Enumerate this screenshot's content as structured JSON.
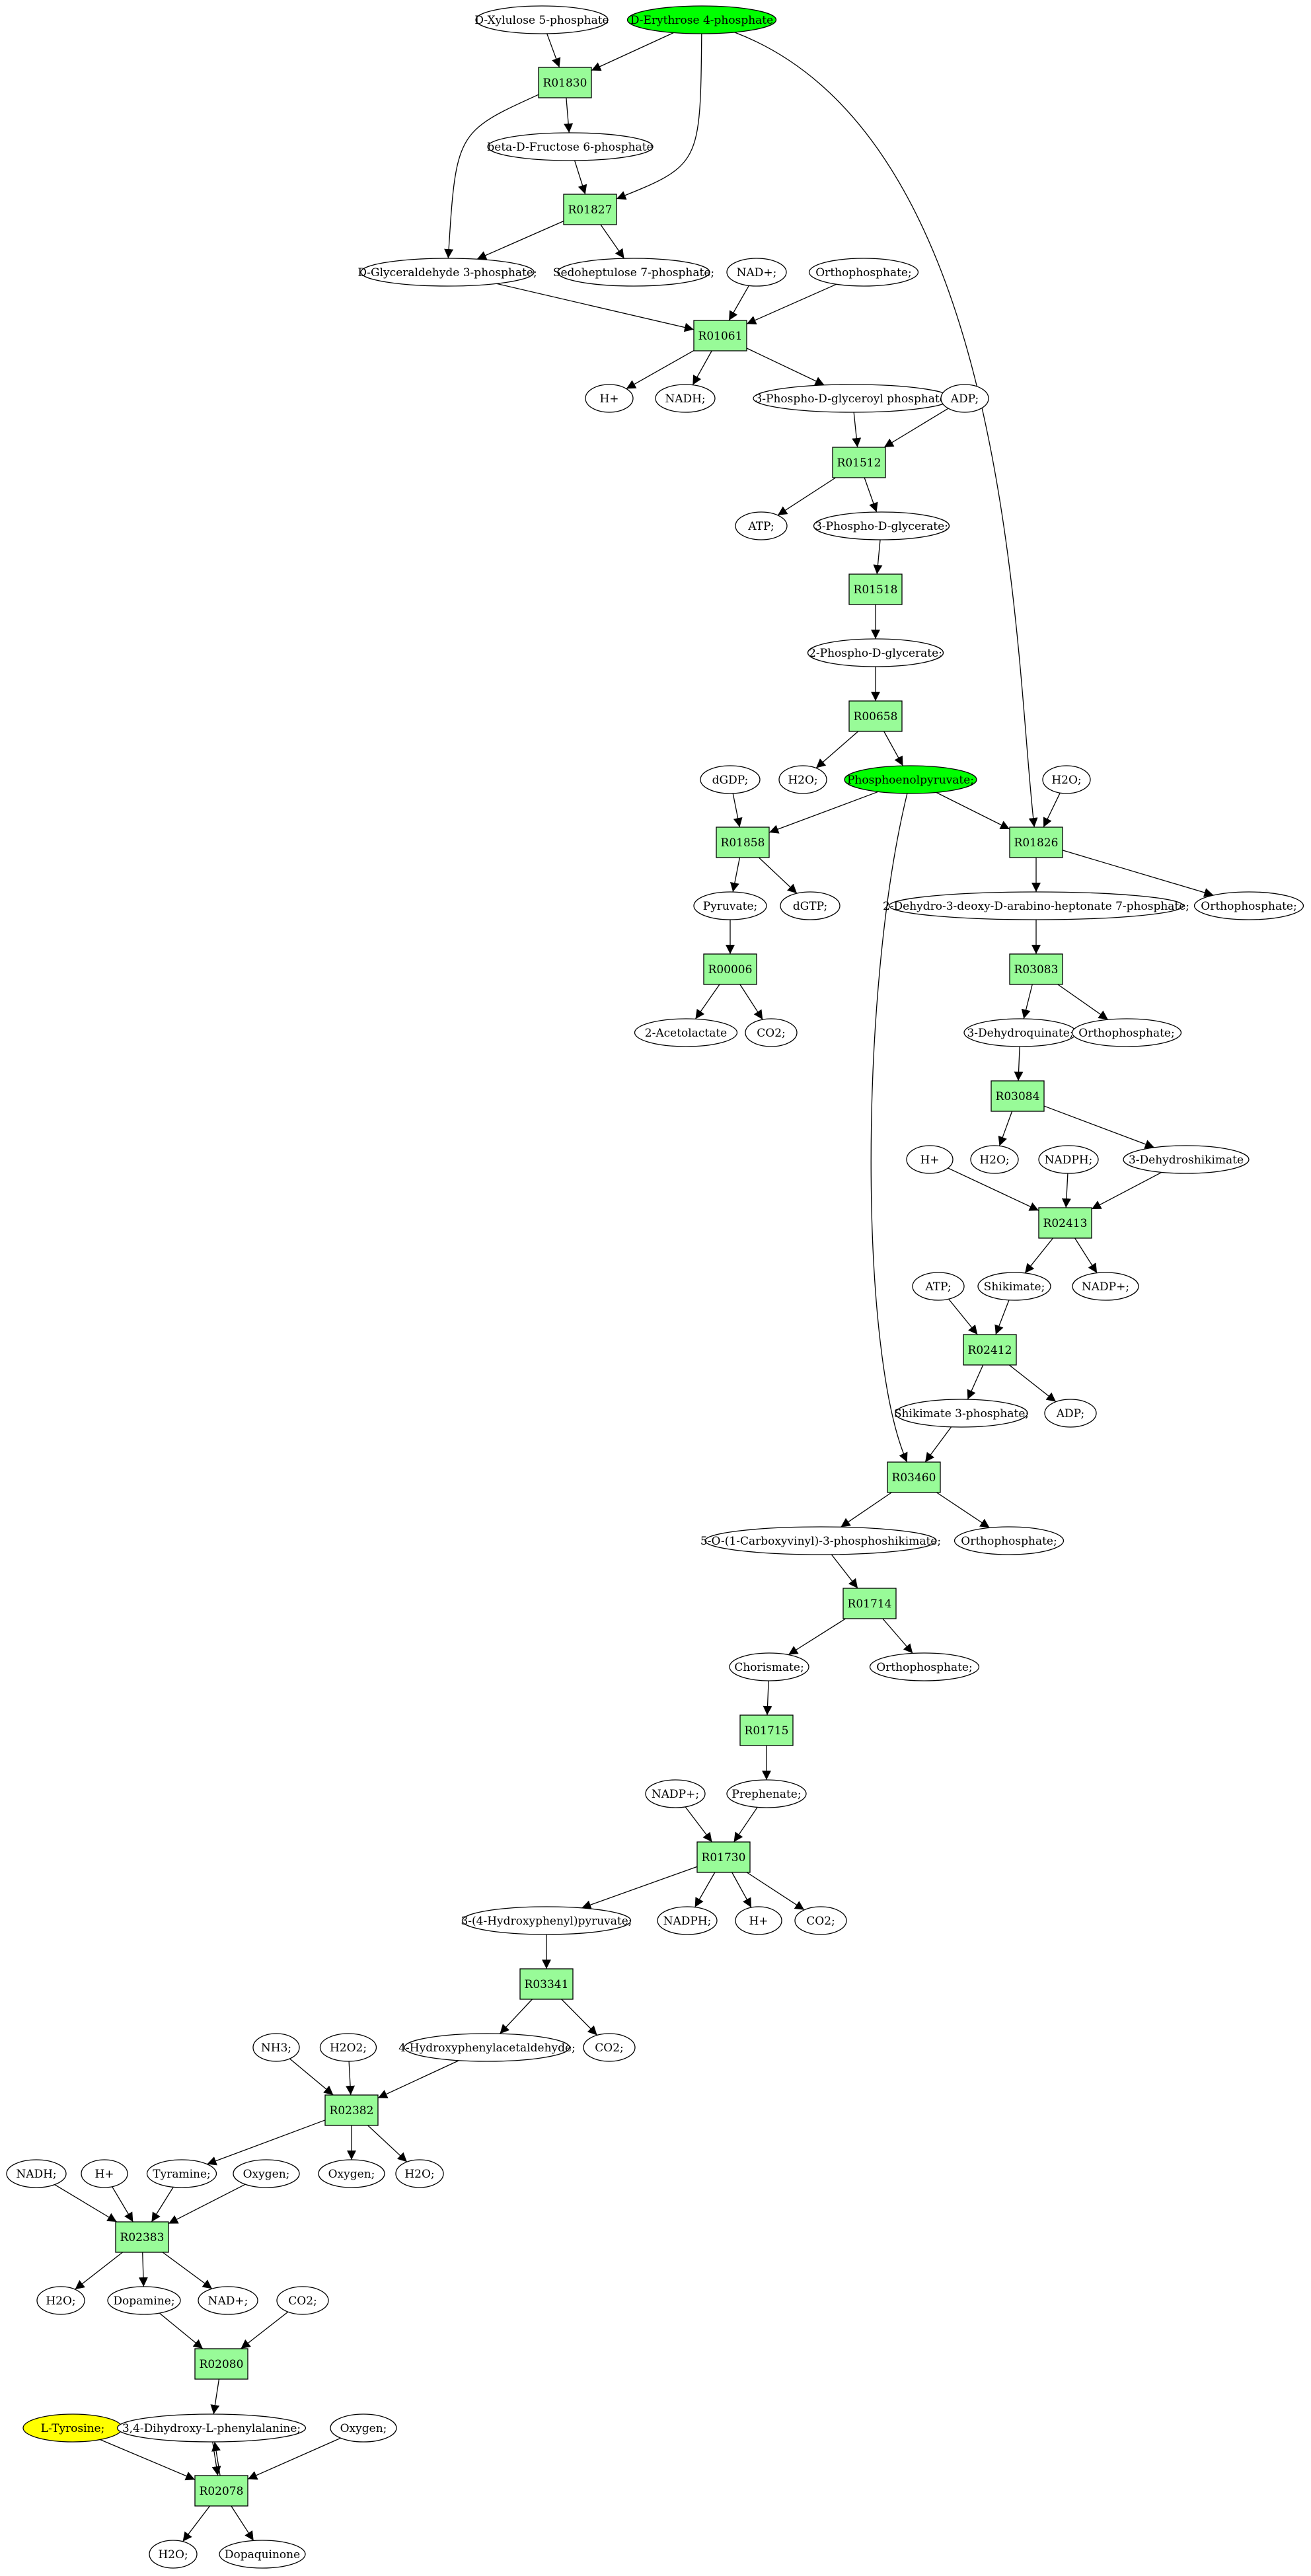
{
  "graph": {
    "colors": {
      "reaction_fill": "#98fb98",
      "metabolite_fill": "#ffffff",
      "start_fill": "#00ff00",
      "target_fill": "#ffff00",
      "stroke": "#000000"
    },
    "nodes": [
      {
        "id": "n1",
        "label": "D-Xylulose 5-phosphate",
        "kind": "metabolite"
      },
      {
        "id": "n2",
        "label": "D-Erythrose 4-phosphate",
        "kind": "start"
      },
      {
        "id": "n3",
        "label": "R01830",
        "kind": "reaction"
      },
      {
        "id": "n4",
        "label": "beta-D-Fructose 6-phosphate",
        "kind": "metabolite"
      },
      {
        "id": "n5",
        "label": "R01827",
        "kind": "reaction"
      },
      {
        "id": "n6",
        "label": "D-Glyceraldehyde 3-phosphate;",
        "kind": "metabolite"
      },
      {
        "id": "n7",
        "label": "Sedoheptulose 7-phosphate;",
        "kind": "metabolite"
      },
      {
        "id": "n8",
        "label": "NAD+;",
        "kind": "metabolite"
      },
      {
        "id": "n9",
        "label": "Orthophosphate;",
        "kind": "metabolite"
      },
      {
        "id": "n10",
        "label": "R01061",
        "kind": "reaction"
      },
      {
        "id": "n11",
        "label": "H+",
        "kind": "metabolite"
      },
      {
        "id": "n12",
        "label": "NADH;",
        "kind": "metabolite"
      },
      {
        "id": "n13",
        "label": "3-Phospho-D-glyceroyl phosphate;",
        "kind": "metabolite"
      },
      {
        "id": "n14",
        "label": "ADP;",
        "kind": "metabolite"
      },
      {
        "id": "n15",
        "label": "R01512",
        "kind": "reaction"
      },
      {
        "id": "n16",
        "label": "ATP;",
        "kind": "metabolite"
      },
      {
        "id": "n17",
        "label": "3-Phospho-D-glycerate;",
        "kind": "metabolite"
      },
      {
        "id": "n18",
        "label": "R01518",
        "kind": "reaction"
      },
      {
        "id": "n19",
        "label": "2-Phospho-D-glycerate;",
        "kind": "metabolite"
      },
      {
        "id": "n20",
        "label": "R00658",
        "kind": "reaction"
      },
      {
        "id": "n21",
        "label": "H2O;",
        "kind": "metabolite"
      },
      {
        "id": "n22",
        "label": "Phosphoenolpyruvate;",
        "kind": "start"
      },
      {
        "id": "n23",
        "label": "dGDP;",
        "kind": "metabolite"
      },
      {
        "id": "n24",
        "label": "H2O;",
        "kind": "metabolite"
      },
      {
        "id": "n25",
        "label": "R01858",
        "kind": "reaction"
      },
      {
        "id": "n26",
        "label": "R01826",
        "kind": "reaction"
      },
      {
        "id": "n27",
        "label": "Pyruvate;",
        "kind": "metabolite"
      },
      {
        "id": "n28",
        "label": "dGTP;",
        "kind": "metabolite"
      },
      {
        "id": "n29",
        "label": "2-Dehydro-3-deoxy-D-arabino-heptonate 7-phosphate;",
        "kind": "metabolite"
      },
      {
        "id": "n30",
        "label": "Orthophosphate;",
        "kind": "metabolite"
      },
      {
        "id": "n31",
        "label": "R00006",
        "kind": "reaction"
      },
      {
        "id": "n32",
        "label": "R03083",
        "kind": "reaction"
      },
      {
        "id": "n33",
        "label": "2-Acetolactate",
        "kind": "metabolite"
      },
      {
        "id": "n34",
        "label": "CO2;",
        "kind": "metabolite"
      },
      {
        "id": "n35",
        "label": "3-Dehydroquinate;",
        "kind": "metabolite"
      },
      {
        "id": "n36",
        "label": "Orthophosphate;",
        "kind": "metabolite"
      },
      {
        "id": "n37",
        "label": "R03084",
        "kind": "reaction"
      },
      {
        "id": "n38",
        "label": "H+",
        "kind": "metabolite"
      },
      {
        "id": "n39",
        "label": "H2O;",
        "kind": "metabolite"
      },
      {
        "id": "n40",
        "label": "NADPH;",
        "kind": "metabolite"
      },
      {
        "id": "n41",
        "label": "3-Dehydroshikimate",
        "kind": "metabolite"
      },
      {
        "id": "n42",
        "label": "R02413",
        "kind": "reaction"
      },
      {
        "id": "n43",
        "label": "ATP;",
        "kind": "metabolite"
      },
      {
        "id": "n44",
        "label": "Shikimate;",
        "kind": "metabolite"
      },
      {
        "id": "n45",
        "label": "NADP+;",
        "kind": "metabolite"
      },
      {
        "id": "n46",
        "label": "R02412",
        "kind": "reaction"
      },
      {
        "id": "n47",
        "label": "Shikimate 3-phosphate;",
        "kind": "metabolite"
      },
      {
        "id": "n48",
        "label": "ADP;",
        "kind": "metabolite"
      },
      {
        "id": "n49",
        "label": "R03460",
        "kind": "reaction"
      },
      {
        "id": "n50",
        "label": "5-O-(1-Carboxyvinyl)-3-phosphoshikimate;",
        "kind": "metabolite"
      },
      {
        "id": "n51",
        "label": "Orthophosphate;",
        "kind": "metabolite"
      },
      {
        "id": "n52",
        "label": "R01714",
        "kind": "reaction"
      },
      {
        "id": "n53",
        "label": "Chorismate;",
        "kind": "metabolite"
      },
      {
        "id": "n54",
        "label": "Orthophosphate;",
        "kind": "metabolite"
      },
      {
        "id": "n55",
        "label": "R01715",
        "kind": "reaction"
      },
      {
        "id": "n56",
        "label": "NADP+;",
        "kind": "metabolite"
      },
      {
        "id": "n57",
        "label": "Prephenate;",
        "kind": "metabolite"
      },
      {
        "id": "n58",
        "label": "R01730",
        "kind": "reaction"
      },
      {
        "id": "n59",
        "label": "3-(4-Hydroxyphenyl)pyruvate;",
        "kind": "metabolite"
      },
      {
        "id": "n60",
        "label": "NADPH;",
        "kind": "metabolite"
      },
      {
        "id": "n61",
        "label": "H+",
        "kind": "metabolite"
      },
      {
        "id": "n62",
        "label": "CO2;",
        "kind": "metabolite"
      },
      {
        "id": "n63",
        "label": "R03341",
        "kind": "reaction"
      },
      {
        "id": "n64",
        "label": "NH3;",
        "kind": "metabolite"
      },
      {
        "id": "n65",
        "label": "H2O2;",
        "kind": "metabolite"
      },
      {
        "id": "n66",
        "label": "4-Hydroxyphenylacetaldehyde;",
        "kind": "metabolite"
      },
      {
        "id": "n67",
        "label": "CO2;",
        "kind": "metabolite"
      },
      {
        "id": "n68",
        "label": "R02382",
        "kind": "reaction"
      },
      {
        "id": "n69",
        "label": "NADH;",
        "kind": "metabolite"
      },
      {
        "id": "n70",
        "label": "H+",
        "kind": "metabolite"
      },
      {
        "id": "n71",
        "label": "Tyramine;",
        "kind": "metabolite"
      },
      {
        "id": "n72",
        "label": "Oxygen;",
        "kind": "metabolite"
      },
      {
        "id": "n73",
        "label": "Oxygen;",
        "kind": "metabolite"
      },
      {
        "id": "n74",
        "label": "H2O;",
        "kind": "metabolite"
      },
      {
        "id": "n75",
        "label": "R02383",
        "kind": "reaction"
      },
      {
        "id": "n76",
        "label": "H2O;",
        "kind": "metabolite"
      },
      {
        "id": "n77",
        "label": "Dopamine;",
        "kind": "metabolite"
      },
      {
        "id": "n78",
        "label": "NAD+;",
        "kind": "metabolite"
      },
      {
        "id": "n79",
        "label": "CO2;",
        "kind": "metabolite"
      },
      {
        "id": "n80",
        "label": "R02080",
        "kind": "reaction"
      },
      {
        "id": "n81",
        "label": "L-Tyrosine;",
        "kind": "target"
      },
      {
        "id": "n82",
        "label": "3,4-Dihydroxy-L-phenylalanine;",
        "kind": "metabolite"
      },
      {
        "id": "n83",
        "label": "Oxygen;",
        "kind": "metabolite"
      },
      {
        "id": "n84",
        "label": "R02078",
        "kind": "reaction"
      },
      {
        "id": "n85",
        "label": "H2O;",
        "kind": "metabolite"
      },
      {
        "id": "n86",
        "label": "Dopaquinone",
        "kind": "metabolite"
      }
    ],
    "edges": [
      [
        "n1",
        "n3"
      ],
      [
        "n2",
        "n3"
      ],
      [
        "n3",
        "n4"
      ],
      [
        "n3",
        "n6"
      ],
      [
        "n4",
        "n5"
      ],
      [
        "n2",
        "n5"
      ],
      [
        "n5",
        "n6"
      ],
      [
        "n5",
        "n7"
      ],
      [
        "n2",
        "n26"
      ],
      [
        "n6",
        "n10"
      ],
      [
        "n8",
        "n10"
      ],
      [
        "n9",
        "n10"
      ],
      [
        "n10",
        "n11"
      ],
      [
        "n10",
        "n12"
      ],
      [
        "n10",
        "n13"
      ],
      [
        "n13",
        "n15"
      ],
      [
        "n14",
        "n15"
      ],
      [
        "n15",
        "n16"
      ],
      [
        "n15",
        "n17"
      ],
      [
        "n17",
        "n18"
      ],
      [
        "n18",
        "n19"
      ],
      [
        "n19",
        "n20"
      ],
      [
        "n20",
        "n21"
      ],
      [
        "n20",
        "n22"
      ],
      [
        "n22",
        "n25"
      ],
      [
        "n23",
        "n25"
      ],
      [
        "n22",
        "n26"
      ],
      [
        "n24",
        "n26"
      ],
      [
        "n22",
        "n49"
      ],
      [
        "n25",
        "n27"
      ],
      [
        "n25",
        "n28"
      ],
      [
        "n27",
        "n31"
      ],
      [
        "n31",
        "n33"
      ],
      [
        "n31",
        "n34"
      ],
      [
        "n26",
        "n29"
      ],
      [
        "n26",
        "n30"
      ],
      [
        "n29",
        "n32"
      ],
      [
        "n32",
        "n35"
      ],
      [
        "n32",
        "n36"
      ],
      [
        "n35",
        "n37"
      ],
      [
        "n37",
        "n39"
      ],
      [
        "n37",
        "n41"
      ],
      [
        "n38",
        "n42"
      ],
      [
        "n40",
        "n42"
      ],
      [
        "n41",
        "n42"
      ],
      [
        "n42",
        "n44"
      ],
      [
        "n42",
        "n45"
      ],
      [
        "n43",
        "n46"
      ],
      [
        "n44",
        "n46"
      ],
      [
        "n46",
        "n47"
      ],
      [
        "n46",
        "n48"
      ],
      [
        "n47",
        "n49"
      ],
      [
        "n49",
        "n50"
      ],
      [
        "n49",
        "n51"
      ],
      [
        "n50",
        "n52"
      ],
      [
        "n52",
        "n53"
      ],
      [
        "n52",
        "n54"
      ],
      [
        "n53",
        "n55"
      ],
      [
        "n55",
        "n57"
      ],
      [
        "n56",
        "n58"
      ],
      [
        "n57",
        "n58"
      ],
      [
        "n58",
        "n59"
      ],
      [
        "n58",
        "n60"
      ],
      [
        "n58",
        "n61"
      ],
      [
        "n58",
        "n62"
      ],
      [
        "n59",
        "n63"
      ],
      [
        "n63",
        "n66"
      ],
      [
        "n63",
        "n67"
      ],
      [
        "n64",
        "n68"
      ],
      [
        "n65",
        "n68"
      ],
      [
        "n66",
        "n68"
      ],
      [
        "n68",
        "n71"
      ],
      [
        "n68",
        "n73"
      ],
      [
        "n68",
        "n74"
      ],
      [
        "n69",
        "n75"
      ],
      [
        "n70",
        "n75"
      ],
      [
        "n71",
        "n75"
      ],
      [
        "n72",
        "n75"
      ],
      [
        "n75",
        "n76"
      ],
      [
        "n75",
        "n77"
      ],
      [
        "n75",
        "n78"
      ],
      [
        "n77",
        "n80"
      ],
      [
        "n79",
        "n80"
      ],
      [
        "n80",
        "n82"
      ],
      [
        "n81",
        "n84"
      ],
      [
        "n82",
        "n84"
      ],
      [
        "n84",
        "n82"
      ],
      [
        "n83",
        "n84"
      ],
      [
        "n84",
        "n85"
      ],
      [
        "n84",
        "n86"
      ]
    ]
  }
}
